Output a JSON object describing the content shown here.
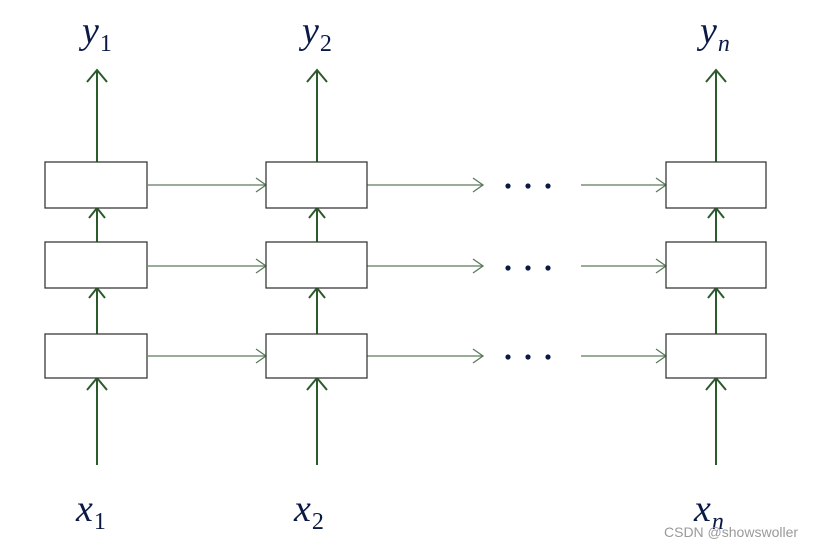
{
  "diagram": {
    "outputs": [
      {
        "var": "y",
        "sub": "1"
      },
      {
        "var": "y",
        "sub": "2"
      },
      {
        "var": "y",
        "sub": "n"
      }
    ],
    "inputs": [
      {
        "var": "x",
        "sub": "1"
      },
      {
        "var": "x",
        "sub": "2"
      },
      {
        "var": "x",
        "sub": "n"
      }
    ],
    "layers": 3,
    "ellipsis": "· · ·",
    "colors": {
      "vertical_arrows": "#2b5a2b",
      "horizontal_arrows": "#5a7a5a",
      "boxes": "#3a3a3a",
      "labels": "#0b1a45"
    }
  },
  "watermark": "CSDN @showswoller"
}
